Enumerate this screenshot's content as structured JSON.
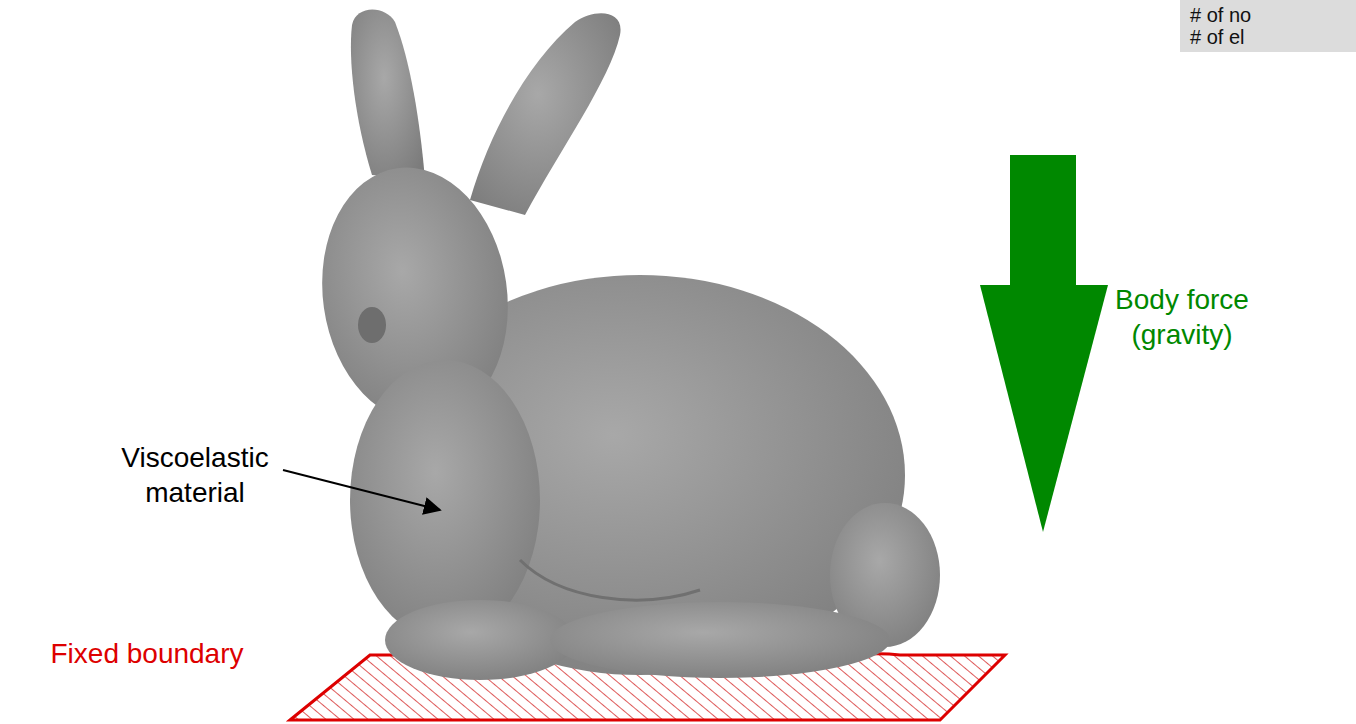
{
  "diagram": {
    "nodes": [
      {
        "text": [
          "# of no",
          "# of el"
        ]
      }
    ],
    "labels": [
      "Viscoelastic material",
      "Body force (gravity)",
      "Fixed boundary"
    ]
  }
}
